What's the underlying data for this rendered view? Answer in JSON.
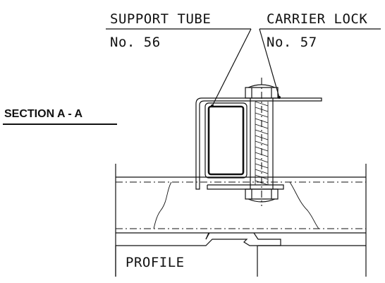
{
  "labels": {
    "support_tube": "SUPPORT TUBE",
    "support_tube_no": "No. 56",
    "carrier_lock": "CARRIER LOCK",
    "carrier_lock_no": "No. 57",
    "section": "SECTION A - A",
    "profile": "PROFILE"
  }
}
